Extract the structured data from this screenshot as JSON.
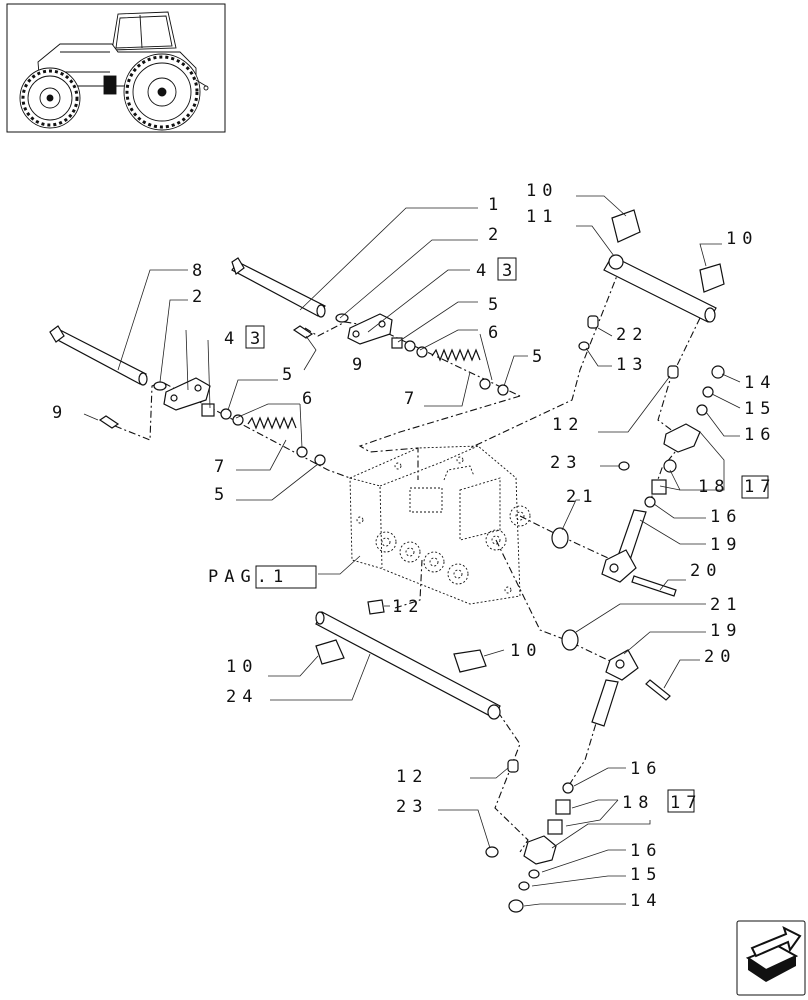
{
  "labels": [
    {
      "id": "l1",
      "text": "1"
    },
    {
      "id": "l2a",
      "text": "2"
    },
    {
      "id": "l4a",
      "text": "4"
    },
    {
      "id": "l3a",
      "text": "3"
    },
    {
      "id": "l5a",
      "text": "5"
    },
    {
      "id": "l6a",
      "text": "6"
    },
    {
      "id": "l5b",
      "text": "5"
    },
    {
      "id": "l9a",
      "text": "9"
    },
    {
      "id": "l7a",
      "text": "7"
    },
    {
      "id": "l8",
      "text": "8"
    },
    {
      "id": "l2b",
      "text": "2"
    },
    {
      "id": "l4b",
      "text": "4"
    },
    {
      "id": "l3b",
      "text": "3"
    },
    {
      "id": "l5c",
      "text": "5"
    },
    {
      "id": "l6b",
      "text": "6"
    },
    {
      "id": "l9b",
      "text": "9"
    },
    {
      "id": "l7b",
      "text": "7"
    },
    {
      "id": "l5d",
      "text": "5"
    },
    {
      "id": "l10a",
      "text": "10"
    },
    {
      "id": "l11",
      "text": "11"
    },
    {
      "id": "l10b",
      "text": "10"
    },
    {
      "id": "l22",
      "text": "22"
    },
    {
      "id": "l13",
      "text": "13"
    },
    {
      "id": "l14a",
      "text": "14"
    },
    {
      "id": "l15a",
      "text": "15"
    },
    {
      "id": "l12a",
      "text": "12"
    },
    {
      "id": "l16a",
      "text": "16"
    },
    {
      "id": "l23a",
      "text": "23"
    },
    {
      "id": "l18a",
      "text": "18"
    },
    {
      "id": "l17a",
      "text": "17"
    },
    {
      "id": "l21a",
      "text": "21"
    },
    {
      "id": "l16b",
      "text": "16"
    },
    {
      "id": "l19a",
      "text": "19"
    },
    {
      "id": "l20a",
      "text": "20"
    },
    {
      "id": "lpag",
      "text": "PAG.1"
    },
    {
      "id": "l12b",
      "text": "12"
    },
    {
      "id": "l21b",
      "text": "21"
    },
    {
      "id": "l19b",
      "text": "19"
    },
    {
      "id": "l10c",
      "text": "10"
    },
    {
      "id": "l10d",
      "text": "10"
    },
    {
      "id": "l20b",
      "text": "20"
    },
    {
      "id": "l24",
      "text": "24"
    },
    {
      "id": "l12c",
      "text": "12"
    },
    {
      "id": "l16c",
      "text": "16"
    },
    {
      "id": "l23b",
      "text": "23"
    },
    {
      "id": "l18b",
      "text": "18"
    },
    {
      "id": "l17b",
      "text": "17"
    },
    {
      "id": "l16d",
      "text": "16"
    },
    {
      "id": "l15b",
      "text": "15"
    },
    {
      "id": "l14b",
      "text": "14"
    }
  ]
}
